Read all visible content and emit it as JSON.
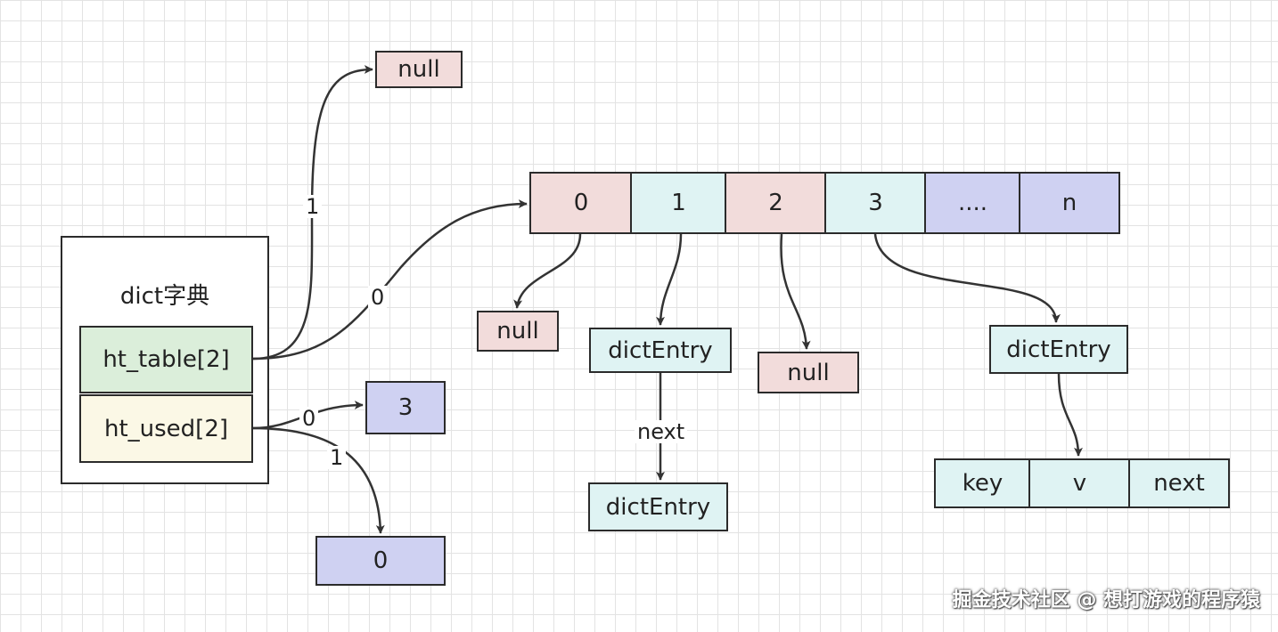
{
  "dict": {
    "title": "dict字典",
    "ht_table": "ht_table[2]",
    "ht_used": "ht_used[2]"
  },
  "table_cells": [
    "0",
    "1",
    "2",
    "3",
    "....",
    "n"
  ],
  "nodes": {
    "null_top": "null",
    "null_bucket0": "null",
    "entry_bucket1": "dictEntry",
    "entry_next": "dictEntry",
    "null_bucket2": "null",
    "entry_bucket3": "dictEntry",
    "used_0_value": "3",
    "used_1_value": "0"
  },
  "entry_fields": [
    "key",
    "v",
    "next"
  ],
  "edge_labels": {
    "table_to_null": "1",
    "table_to_array": "0",
    "used_to_3": "0",
    "used_to_0": "1",
    "entry_next": "next"
  },
  "watermark": "掘金技术社区 @ 想打游戏的程序猿",
  "colors": {
    "pink": "#f2dcdb",
    "cyan": "#dff3f3",
    "lavender": "#cfd1f2",
    "green": "#dbeeda",
    "cream": "#fbf8e6"
  }
}
